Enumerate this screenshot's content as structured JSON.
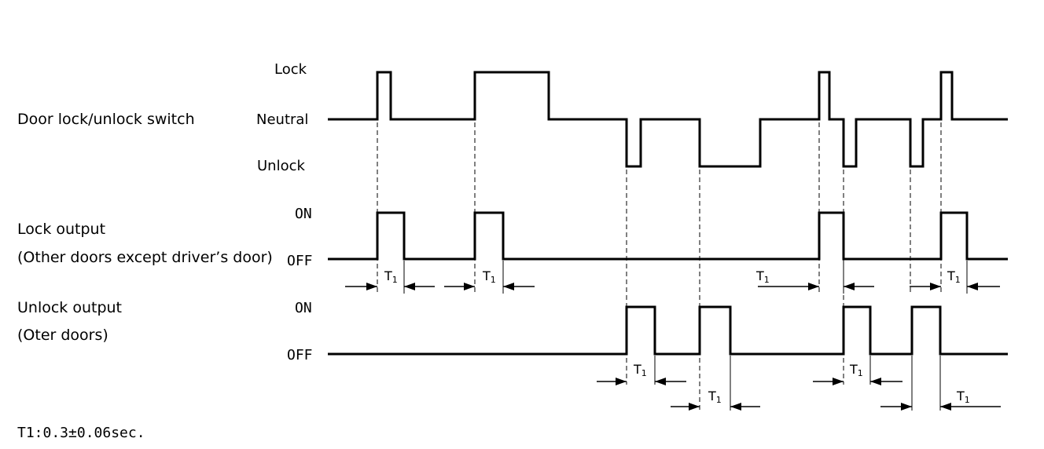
{
  "signals": {
    "switch": {
      "label": "Door lock/unlock switch",
      "levels": [
        "Lock",
        "Neutral",
        "Unlock"
      ]
    },
    "lock_output": {
      "label": "Lock output",
      "sublabel": "(Other doors except driver’s door)",
      "levels": [
        "ON",
        "OFF"
      ]
    },
    "unlock_output": {
      "label": "Unlock output",
      "sublabel": "(Oter doors)",
      "levels": [
        "ON",
        "OFF"
      ]
    }
  },
  "timing": {
    "symbol": "T",
    "subscript": "1",
    "note": "T1:0.3±0.06sec."
  }
}
